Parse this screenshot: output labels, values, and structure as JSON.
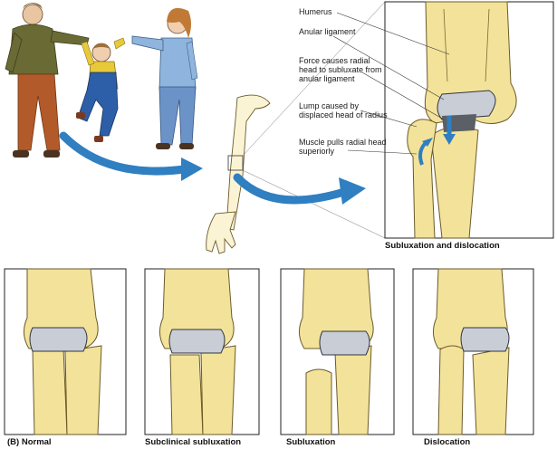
{
  "labels": {
    "humerus": "Humerus",
    "anular_ligament": "Anular ligament",
    "force": "Force causes radial head to subluxate from anular ligament",
    "lump": "Lump caused by displaced head of radius",
    "muscle": "Muscle pulls radial head superiorly"
  },
  "captions": {
    "main": "Subluxation and dislocation",
    "normal": "(B) Normal",
    "subclinical": "Subclinical subluxation",
    "subluxation": "Subluxation",
    "dislocation": "Dislocation"
  },
  "colors": {
    "bone": "#f3e39a",
    "ligament": "#c9ced6",
    "arrow_blue": "#2f7fc1",
    "father_sweater": "#6a6a35",
    "father_pants": "#b35a2a",
    "mother_top": "#8fb4dd",
    "mother_pants": "#6c93c8",
    "child_overalls": "#2d5fa8",
    "child_shirt": "#e8c93a"
  }
}
